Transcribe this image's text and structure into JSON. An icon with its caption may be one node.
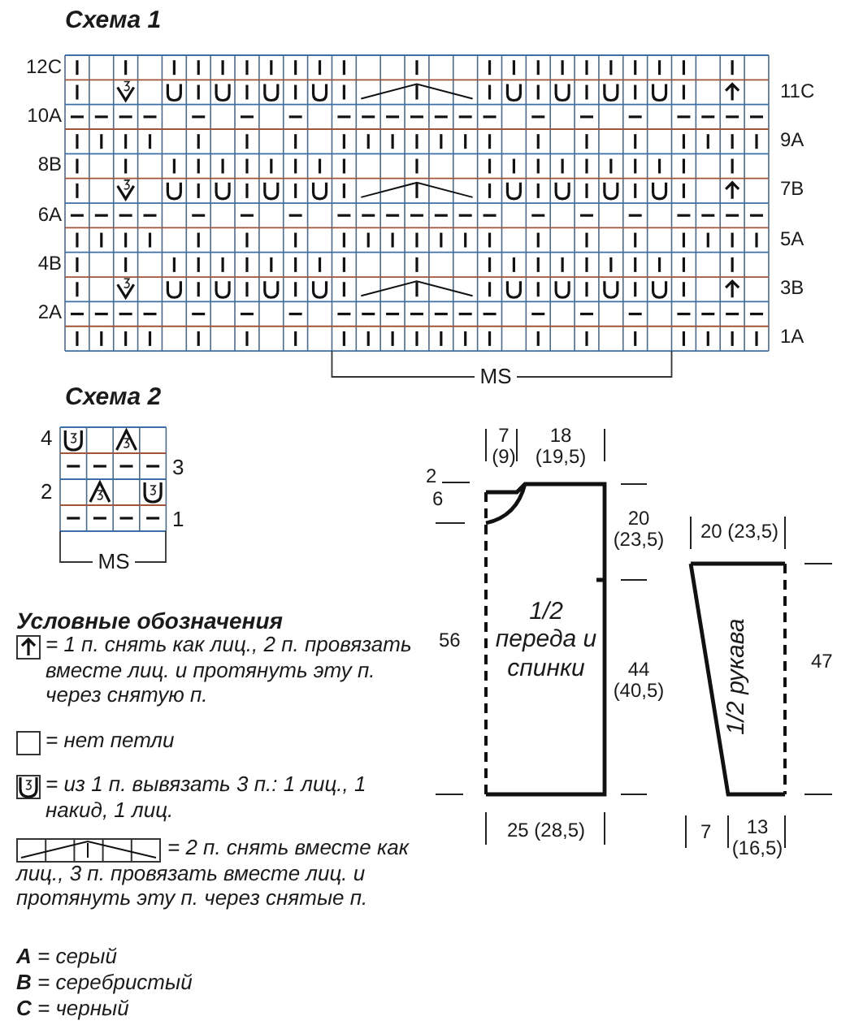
{
  "diagram": {
    "nodes": [
      {
        "text": [
          "1/2 переда и спинки"
        ]
      },
      {
        "text": [
          "1/2 рукава"
        ]
      }
    ],
    "edges": [],
    "labels": [
      "Схема 1",
      "12C",
      "11C",
      "10A",
      "9A",
      "8B",
      "7B",
      "6A",
      "5A",
      "4B",
      "3B",
      "2A",
      "1A",
      "MS",
      "Схема 2",
      "4",
      "3",
      "2",
      "1",
      "MS",
      "7 (9)",
      "18 (19,5)",
      "2",
      "6",
      "20 (23,5)",
      "56",
      "44 (40,5)",
      "20 (23,5)",
      "47",
      "25 (28,5)",
      "7",
      "13 (16,5)",
      "Условные обозначения",
      "**A** = серый",
      "**B** = серебристый",
      "**C** = черный"
    ],
    "legend": [
      {
        "text": "= 1 п. снять как лиц., 2 п. провязать вместе лиц. и протянуть эту п. через снятую п."
      },
      {
        "text": "= нет петли"
      },
      {
        "text": "= из 1 п. вывязать 3 п.: 1 лиц., 1 накид, 1 лиц."
      },
      {
        "text": "= 2 п. снять вместе как лиц., 3 п. провязать вместе лиц. и протянуть эту п. через снятые п."
      }
    ]
  }
}
